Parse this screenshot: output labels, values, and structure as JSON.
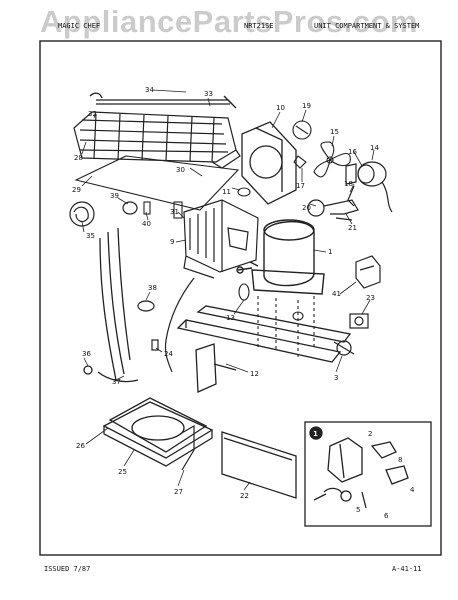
{
  "watermark": "AppliancePartsPros.com",
  "header": {
    "left": "MAGIC CHEF",
    "center": "NRT21SE",
    "right": "UNIT COMPARTMENT & SYSTEM"
  },
  "footer": {
    "left": "ISSUED 7/87",
    "right": "A-41-11"
  },
  "inset_marker": "1",
  "callouts": [
    "34",
    "33",
    "32",
    "28",
    "29",
    "30",
    "10",
    "19",
    "15",
    "16",
    "14",
    "18",
    "17",
    "11",
    "20",
    "21",
    "31",
    "39",
    "40",
    "35",
    "9",
    "1",
    "38",
    "13",
    "41",
    "23",
    "24",
    "36",
    "37",
    "12",
    "3",
    "26",
    "25",
    "27",
    "22",
    "2",
    "8",
    "4",
    "5",
    "6"
  ]
}
